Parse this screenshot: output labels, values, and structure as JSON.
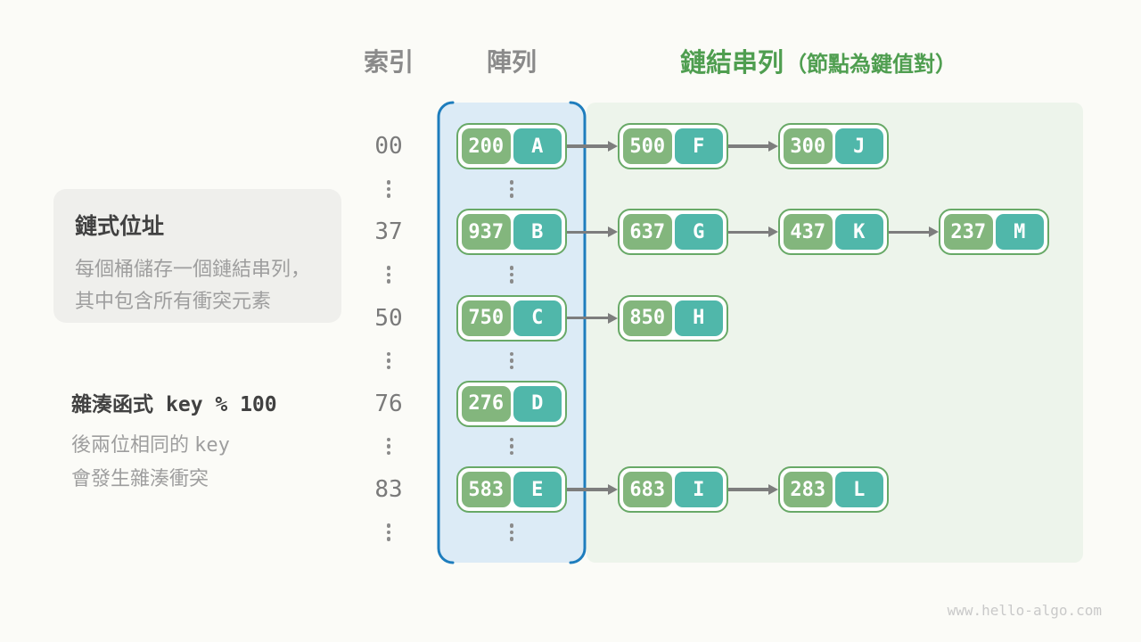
{
  "headers": {
    "index": "索引",
    "array": "陣列",
    "linked_list": "鏈結串列",
    "linked_list_note": "（節點為鍵值對）"
  },
  "info_box": {
    "title": "鏈式位址",
    "line1": "每個桶儲存一個鏈結串列，",
    "line2": "其中包含所有衝突元素"
  },
  "hash_note": {
    "title": "雜湊函式",
    "formula": "key % 100",
    "line1_text": "後兩位相同的 ",
    "line1_code": "key",
    "line2": "會發生雜湊衝突"
  },
  "watermark": "www.hello-algo.com",
  "colors": {
    "bg_canvas": "#fbfbf7",
    "box_gray": "#efefec",
    "text_dark": "#414141",
    "text_gray": "#9e9e9e",
    "header_gray": "#8a8a8a",
    "header_green": "#4f9e50",
    "array_border_blue": "#1e7dbd",
    "array_fill_blue": "#dcebf6",
    "linked_fill_green": "#edf4eb",
    "node_border": "#68a967",
    "key_green": "#83b67d",
    "val_teal": "#50b7aa",
    "arrow_gray": "#7d7d7d",
    "index_gray": "#7a7a7a",
    "dots_gray": "#8b8b8b",
    "watermark_gray": "#c9c9c9"
  },
  "diagram": {
    "type": "hash-table-separate-chaining",
    "buckets": [
      {
        "index": "00",
        "chain": [
          {
            "key": "200",
            "value": "A"
          },
          {
            "key": "500",
            "value": "F"
          },
          {
            "key": "300",
            "value": "J"
          }
        ]
      },
      {
        "index": "37",
        "chain": [
          {
            "key": "937",
            "value": "B"
          },
          {
            "key": "637",
            "value": "G"
          },
          {
            "key": "437",
            "value": "K"
          },
          {
            "key": "237",
            "value": "M"
          }
        ]
      },
      {
        "index": "50",
        "chain": [
          {
            "key": "750",
            "value": "C"
          },
          {
            "key": "850",
            "value": "H"
          }
        ]
      },
      {
        "index": "76",
        "chain": [
          {
            "key": "276",
            "value": "D"
          }
        ]
      },
      {
        "index": "83",
        "chain": [
          {
            "key": "583",
            "value": "E"
          },
          {
            "key": "683",
            "value": "I"
          },
          {
            "key": "283",
            "value": "L"
          }
        ]
      }
    ]
  }
}
